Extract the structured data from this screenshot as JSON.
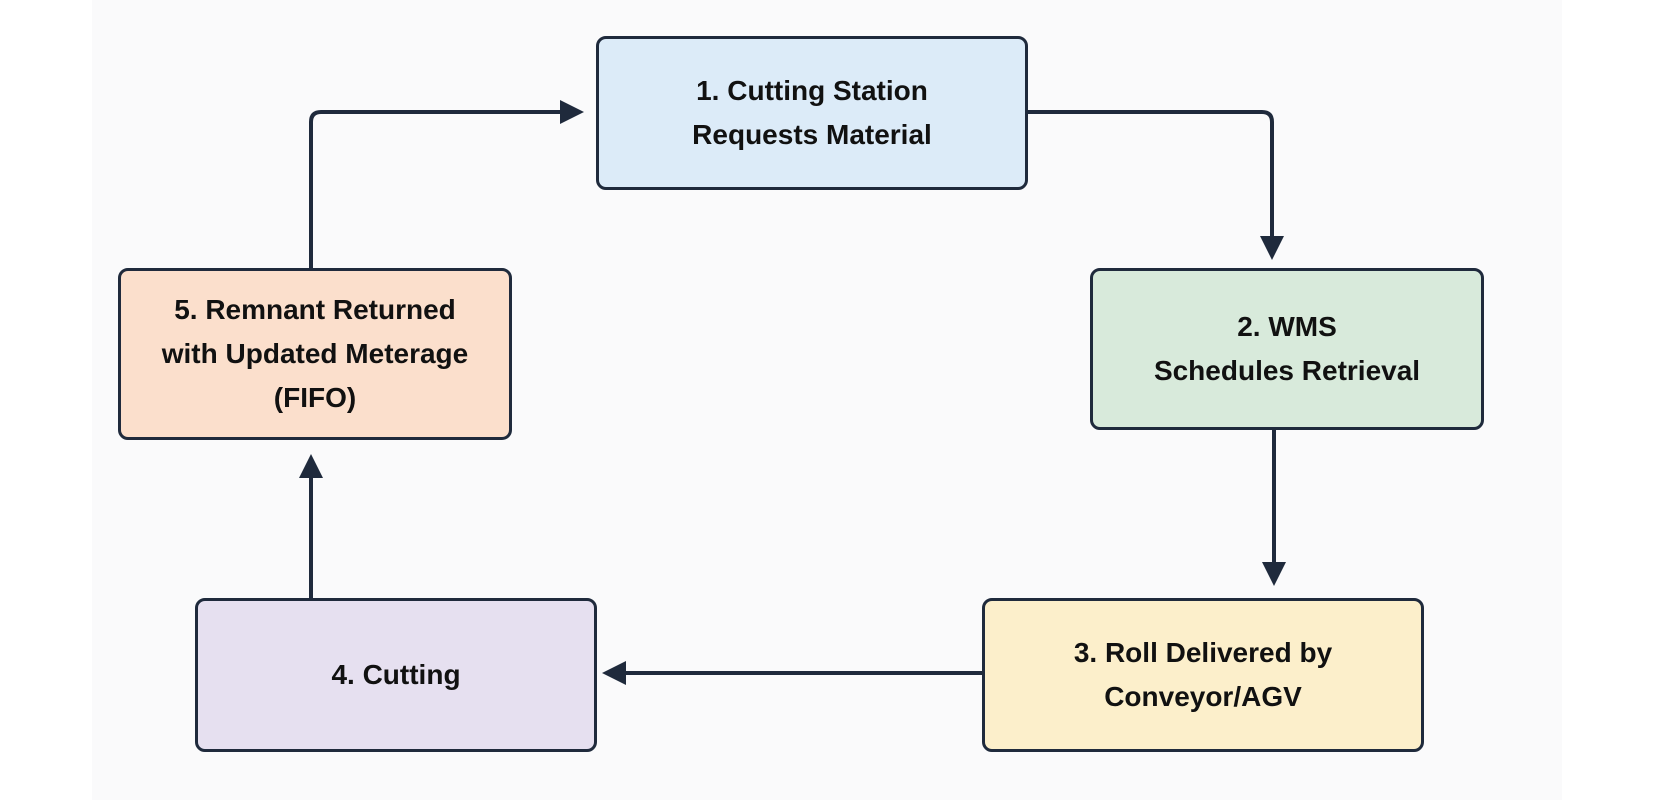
{
  "colors": {
    "canvas": "#fafafb",
    "stroke": "#1f2a3c",
    "step_1_fill": "#dcebf8",
    "step_2_fill": "#d8eadb",
    "step_3_fill": "#fcefcb",
    "step_4_fill": "#e6e0f0",
    "step_5_fill": "#fbdfcc"
  },
  "steps": [
    {
      "label": "1. Cutting Station\nRequests Material",
      "fill": "#dcebf8"
    },
    {
      "label": "2. WMS\nSchedules Retrieval",
      "fill": "#d8eadb"
    },
    {
      "label": "3. Roll Delivered by\nConveyor/AGV",
      "fill": "#fcefcb"
    },
    {
      "label": "4. Cutting",
      "fill": "#e6e0f0"
    },
    {
      "label": "5. Remnant Returned\nwith Updated Meterage\n(FIFO)",
      "fill": "#fbdfcc"
    }
  ],
  "connections": [
    {
      "from": "1",
      "to": "2"
    },
    {
      "from": "2",
      "to": "3"
    },
    {
      "from": "3",
      "to": "4"
    },
    {
      "from": "4",
      "to": "5"
    },
    {
      "from": "5",
      "to": "1"
    }
  ]
}
